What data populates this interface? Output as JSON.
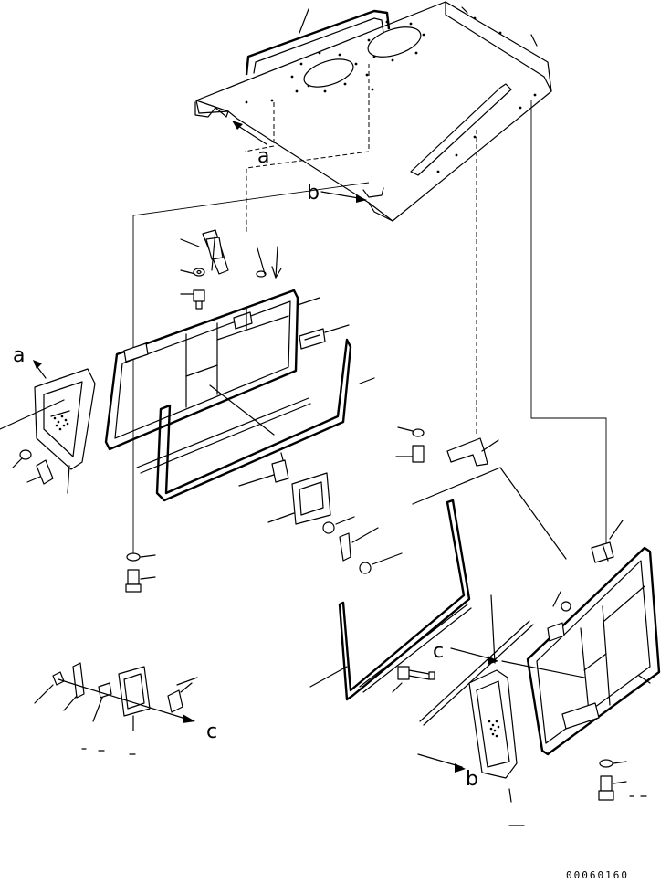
{
  "refs": {
    "a": "a",
    "b": "b",
    "c": "c"
  },
  "drawing_code": "00060160"
}
